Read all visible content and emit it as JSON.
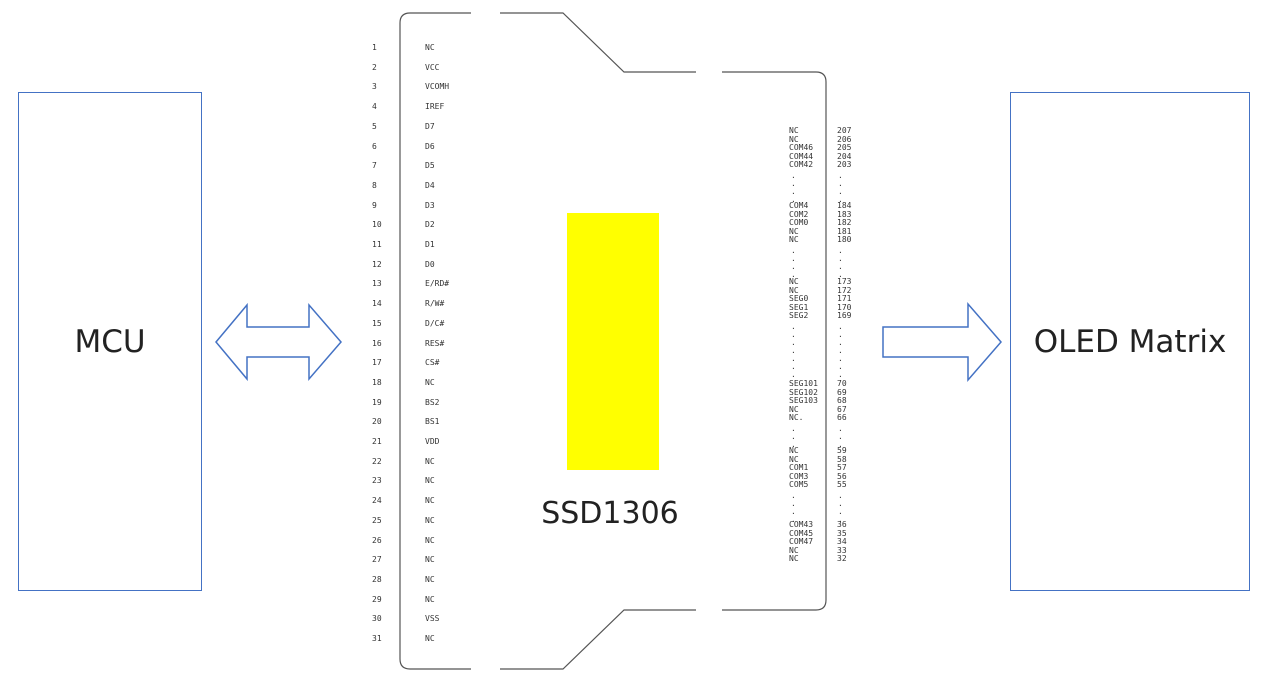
{
  "mcu": {
    "label": "MCU"
  },
  "oled": {
    "label": "OLED Matrix"
  },
  "chip": {
    "label": "SSD1306"
  },
  "left_pins": [
    {
      "num": "1",
      "name": "NC"
    },
    {
      "num": "2",
      "name": "VCC"
    },
    {
      "num": "3",
      "name": "VCOMH"
    },
    {
      "num": "4",
      "name": "IREF"
    },
    {
      "num": "5",
      "name": "D7"
    },
    {
      "num": "6",
      "name": "D6"
    },
    {
      "num": "7",
      "name": "D5"
    },
    {
      "num": "8",
      "name": "D4"
    },
    {
      "num": "9",
      "name": "D3"
    },
    {
      "num": "10",
      "name": "D2"
    },
    {
      "num": "11",
      "name": "D1"
    },
    {
      "num": "12",
      "name": "D0"
    },
    {
      "num": "13",
      "name": "E/RD#"
    },
    {
      "num": "14",
      "name": "R/W#"
    },
    {
      "num": "15",
      "name": "D/C#"
    },
    {
      "num": "16",
      "name": "RES#"
    },
    {
      "num": "17",
      "name": "CS#"
    },
    {
      "num": "18",
      "name": "NC"
    },
    {
      "num": "19",
      "name": "BS2"
    },
    {
      "num": "20",
      "name": "BS1"
    },
    {
      "num": "21",
      "name": "VDD"
    },
    {
      "num": "22",
      "name": "NC"
    },
    {
      "num": "23",
      "name": "NC"
    },
    {
      "num": "24",
      "name": "NC"
    },
    {
      "num": "25",
      "name": "NC"
    },
    {
      "num": "26",
      "name": "NC"
    },
    {
      "num": "27",
      "name": "NC"
    },
    {
      "num": "28",
      "name": "NC"
    },
    {
      "num": "29",
      "name": "NC"
    },
    {
      "num": "30",
      "name": "VSS"
    },
    {
      "num": "31",
      "name": "NC"
    }
  ],
  "right_pin_groups": [
    [
      {
        "name": "NC",
        "num": "207"
      },
      {
        "name": "NC",
        "num": "206"
      },
      {
        "name": "COM46",
        "num": "205"
      },
      {
        "name": "COM44",
        "num": "204"
      },
      {
        "name": "COM42",
        "num": "203"
      }
    ],
    [
      {
        "name": "COM4",
        "num": "184"
      },
      {
        "name": "COM2",
        "num": "183"
      },
      {
        "name": "COM0",
        "num": "182"
      },
      {
        "name": "NC",
        "num": "181"
      },
      {
        "name": "NC",
        "num": "180"
      }
    ],
    [
      {
        "name": "NC",
        "num": "173"
      },
      {
        "name": "NC",
        "num": "172"
      },
      {
        "name": "SEG0",
        "num": "171"
      },
      {
        "name": "SEG1",
        "num": "170"
      },
      {
        "name": "SEG2",
        "num": "169"
      }
    ],
    [
      {
        "name": "SEG101",
        "num": "70"
      },
      {
        "name": "SEG102",
        "num": "69"
      },
      {
        "name": "SEG103",
        "num": "68"
      },
      {
        "name": "NC",
        "num": "67"
      },
      {
        "name": "NC.",
        "num": "66"
      }
    ],
    [
      {
        "name": "NC",
        "num": "59"
      },
      {
        "name": "NC",
        "num": "58"
      },
      {
        "name": "COM1",
        "num": "57"
      },
      {
        "name": "COM3",
        "num": "56"
      },
      {
        "name": "COM5",
        "num": "55"
      }
    ],
    [
      {
        "name": "COM43",
        "num": "36"
      },
      {
        "name": "COM45",
        "num": "35"
      },
      {
        "name": "COM47",
        "num": "34"
      },
      {
        "name": "NC",
        "num": "33"
      },
      {
        "name": "NC",
        "num": "32"
      }
    ]
  ],
  "colors": {
    "box_border": "#4472c4",
    "arrow": "#4472c4",
    "highlight": "#ffff00",
    "outline": "#555555"
  }
}
